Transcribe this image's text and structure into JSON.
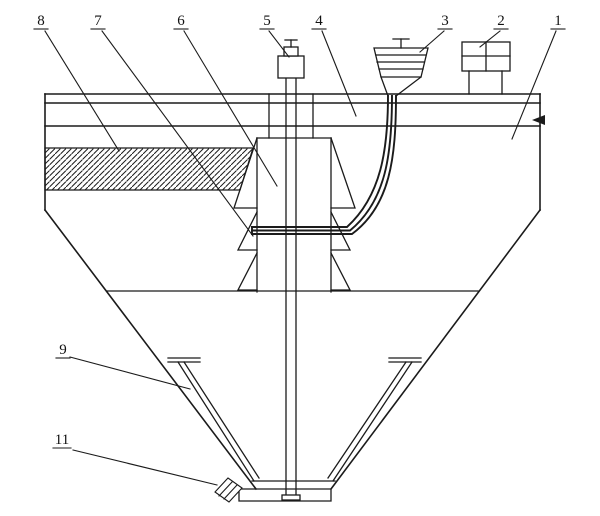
{
  "figure": {
    "ink_color": "#1b1b1b",
    "paper_color": "#ffffff"
  },
  "callouts": [
    {
      "number": "1"
    },
    {
      "number": "2"
    },
    {
      "number": "3"
    },
    {
      "number": "4"
    },
    {
      "number": "5"
    },
    {
      "number": "6"
    },
    {
      "number": "7"
    },
    {
      "number": "8"
    },
    {
      "number": "9"
    },
    {
      "number": "11"
    }
  ]
}
